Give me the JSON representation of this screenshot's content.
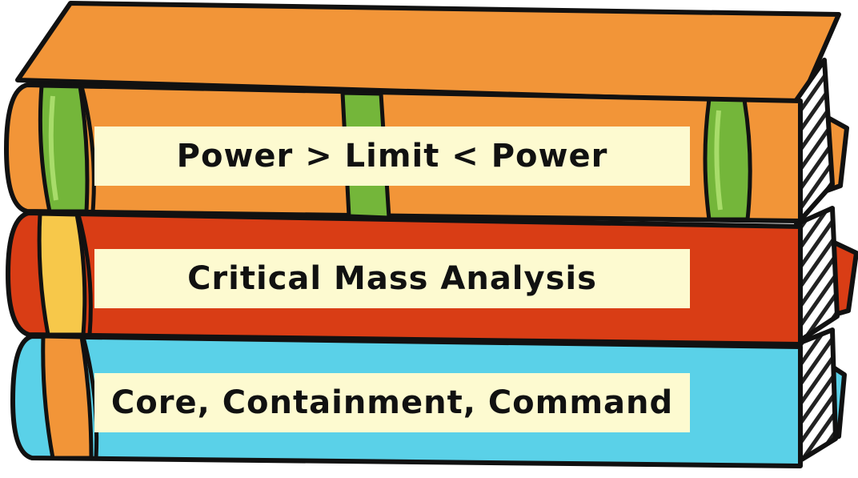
{
  "books": [
    {
      "title": "Power > Limit < Power",
      "cover_color": "#f29538",
      "band_color": "#74b63a"
    },
    {
      "title": "Critical Mass Analysis",
      "cover_color": "#d93d15",
      "band_color": "#f7c84a"
    },
    {
      "title": "Core, Containment, Command",
      "cover_color": "#5ad1e8",
      "band_color": "#f29538"
    }
  ]
}
